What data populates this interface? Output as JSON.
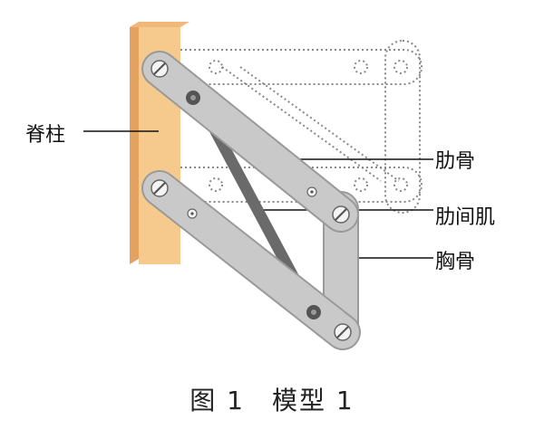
{
  "labels": {
    "spine": "脊柱",
    "rib": "肋骨",
    "intercostal_muscle": "肋间肌",
    "sternum": "胸骨"
  },
  "caption": "图 1　模型 1",
  "colors": {
    "spine_face": "#f6ca8c",
    "spine_side": "#e3a25f",
    "bar_fill": "#c9c9c9",
    "bar_stroke": "#9a9a9a",
    "muscle": "#6a6a6a",
    "dotted_outline": "#888888",
    "leader_line": "#111111"
  }
}
